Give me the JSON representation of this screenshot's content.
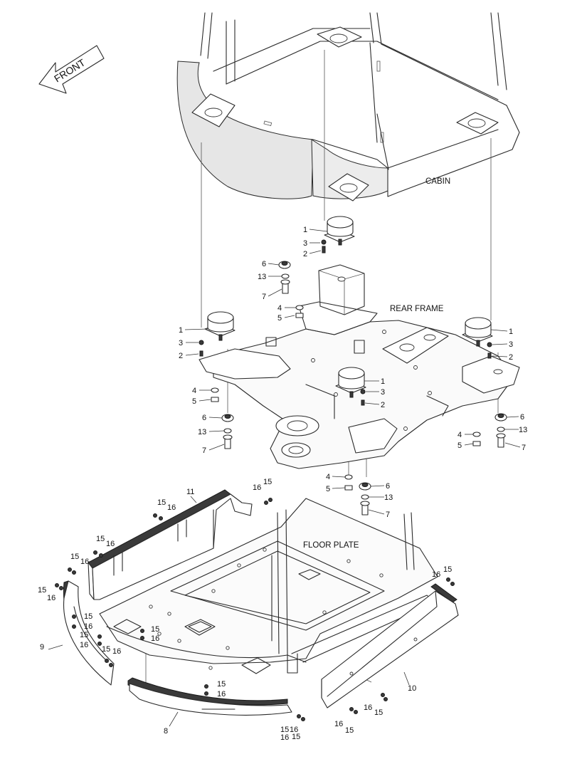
{
  "labels": {
    "front": "FRONT",
    "cabin": "CABIN",
    "rear_frame": "REAR FRAME",
    "floor_plate": "FLOOR PLATE"
  },
  "callouts": [
    "1",
    "3",
    "2",
    "6",
    "13",
    "7",
    "4",
    "5",
    "1",
    "3",
    "2",
    "4",
    "5",
    "6",
    "13",
    "7",
    "1",
    "3",
    "2",
    "4",
    "5",
    "6",
    "13",
    "7",
    "1",
    "3",
    "2",
    "6",
    "13",
    "7",
    "4",
    "5",
    "11",
    "16",
    "15",
    "15",
    "16",
    "15",
    "16",
    "15",
    "16",
    "15",
    "16",
    "9",
    "15",
    "16",
    "15",
    "16",
    "15",
    "16",
    "15",
    "16",
    "15",
    "16",
    "8",
    "15",
    "16",
    "16",
    "15",
    "10",
    "16",
    "15",
    "16",
    "15",
    "16",
    "15"
  ]
}
